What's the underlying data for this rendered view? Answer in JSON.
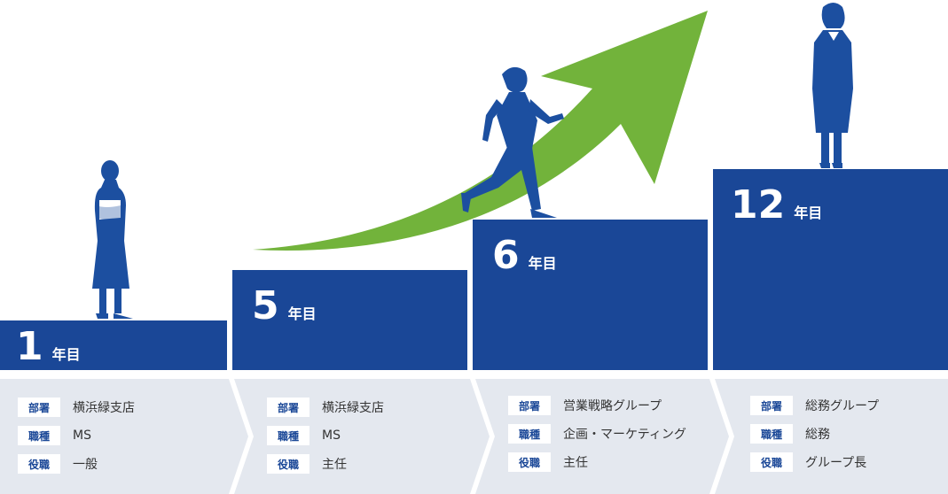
{
  "colors": {
    "step_blue": "#1a4797",
    "silhouette_blue": "#1c4fa0",
    "arrow_green": "#72b33b",
    "band_gray": "#e4e8ef"
  },
  "icons": {
    "woman_standing": "woman-standing-icon",
    "woman_running": "woman-running-icon",
    "woman_leader": "woman-leader-icon",
    "growth_arrow": "growth-arrow-icon",
    "chevron": "chevron-right-icon"
  },
  "steps": [
    {
      "year_number": "1",
      "year_unit": "年目",
      "rows": [
        {
          "label": "部署",
          "value": "横浜緑支店"
        },
        {
          "label": "職種",
          "value": "MS"
        },
        {
          "label": "役職",
          "value": "一般"
        }
      ]
    },
    {
      "year_number": "5",
      "year_unit": "年目",
      "rows": [
        {
          "label": "部署",
          "value": "横浜緑支店"
        },
        {
          "label": "職種",
          "value": "MS"
        },
        {
          "label": "役職",
          "value": "主任"
        }
      ]
    },
    {
      "year_number": "6",
      "year_unit": "年目",
      "rows": [
        {
          "label": "部署",
          "value": "営業戦略グループ"
        },
        {
          "label": "職種",
          "value": "企画・マーケティング"
        },
        {
          "label": "役職",
          "value": "主任"
        }
      ]
    },
    {
      "year_number": "12",
      "year_unit": "年目",
      "rows": [
        {
          "label": "部署",
          "value": "総務グループ"
        },
        {
          "label": "職種",
          "value": "総務"
        },
        {
          "label": "役職",
          "value": "グループ長"
        }
      ]
    }
  ]
}
